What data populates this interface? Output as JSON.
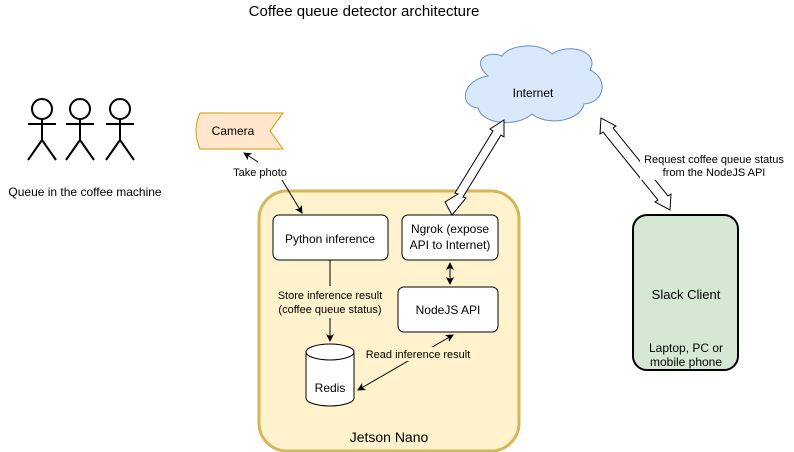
{
  "title": "Coffee queue detector architecture",
  "actors": {
    "label": "Queue in the coffee machine",
    "count": 3
  },
  "nodes": {
    "camera": "Camera",
    "internet": "Internet",
    "jetson": "Jetson Nano",
    "python": "Python inference",
    "ngrok_line1": "Ngrok (expose",
    "ngrok_line2": "API to Internet)",
    "nodejs": "NodeJS API",
    "redis": "Redis",
    "slack": "Slack Client",
    "slack_sub_line1": "Laptop, PC or",
    "slack_sub_line2": "mobile phone"
  },
  "edges": {
    "take_photo": "Take photo",
    "store_line1": "Store inference result",
    "store_line2": "(coffee queue status)",
    "read": "Read inference result",
    "request_line1": "Request coffee queue status",
    "request_line2": "from the NodeJS API"
  },
  "colors": {
    "jetson_fill": "#fff2cc",
    "jetson_stroke": "#d6b656",
    "camera_fill": "#ffe6cc",
    "camera_stroke": "#d79b00",
    "cloud_fill": "#dae8fc",
    "cloud_stroke": "#6c8ebf",
    "slack_fill": "#d5e8d4",
    "slack_stroke": "#000000"
  }
}
